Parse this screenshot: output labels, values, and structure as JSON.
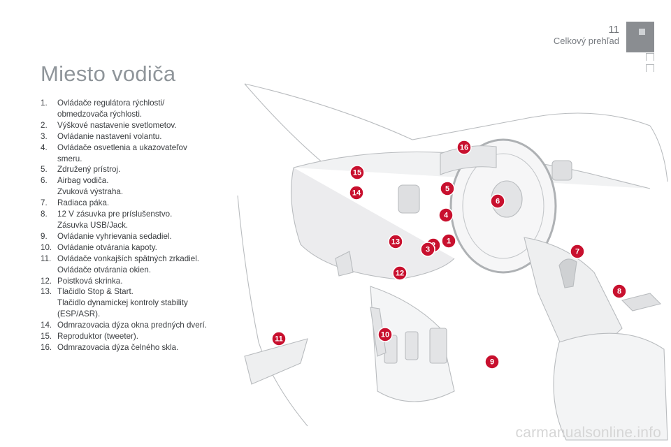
{
  "header": {
    "page_number": "11",
    "section": "Celkový prehľad"
  },
  "title": "Miesto vodiča",
  "legend": [
    {
      "num": "1.",
      "lines": [
        "Ovládače regulátora rýchlosti/",
        "obmedzovača rýchlosti."
      ]
    },
    {
      "num": "2.",
      "lines": [
        "Výškové nastavenie svetlometov."
      ]
    },
    {
      "num": "3.",
      "lines": [
        "Ovládanie nastavení volantu."
      ]
    },
    {
      "num": "4.",
      "lines": [
        "Ovládače osvetlenia a ukazovateľov",
        "smeru."
      ]
    },
    {
      "num": "5.",
      "lines": [
        "Združený prístroj."
      ]
    },
    {
      "num": "6.",
      "lines": [
        "Airbag vodiča.",
        "Zvuková výstraha."
      ]
    },
    {
      "num": "7.",
      "lines": [
        "Radiaca páka."
      ]
    },
    {
      "num": "8.",
      "lines": [
        "12 V zásuvka pre príslušenstvo.",
        "Zásuvka USB/Jack."
      ]
    },
    {
      "num": "9.",
      "lines": [
        "Ovládanie vyhrievania sedadiel."
      ]
    },
    {
      "num": "10.",
      "lines": [
        "Ovládanie otvárania kapoty."
      ]
    },
    {
      "num": "11.",
      "lines": [
        "Ovládače vonkajších spätných zrkadiel.",
        "Ovládače otvárania okien."
      ]
    },
    {
      "num": "12.",
      "lines": [
        "Poistková skrinka."
      ]
    },
    {
      "num": "13.",
      "lines": [
        "Tlačidlo Stop & Start.",
        "Tlačidlo dynamickej kontroly stability",
        "(ESP/ASR)."
      ]
    },
    {
      "num": "14.",
      "lines": [
        "Odmrazovacia dýza okna predných dverí."
      ]
    },
    {
      "num": "15.",
      "lines": [
        "Reproduktor (tweeter)."
      ]
    },
    {
      "num": "16.",
      "lines": [
        "Odmrazovacia dýza čelného skla."
      ]
    }
  ],
  "callouts": [
    "1",
    "2",
    "3",
    "4",
    "5",
    "6",
    "7",
    "8",
    "9",
    "10",
    "11",
    "12",
    "13",
    "14",
    "15",
    "16"
  ],
  "colors": {
    "callout": "#c8102e",
    "title": "#8f959a",
    "tab": "#8a8d91"
  },
  "watermark": "carmanualsonline.info"
}
